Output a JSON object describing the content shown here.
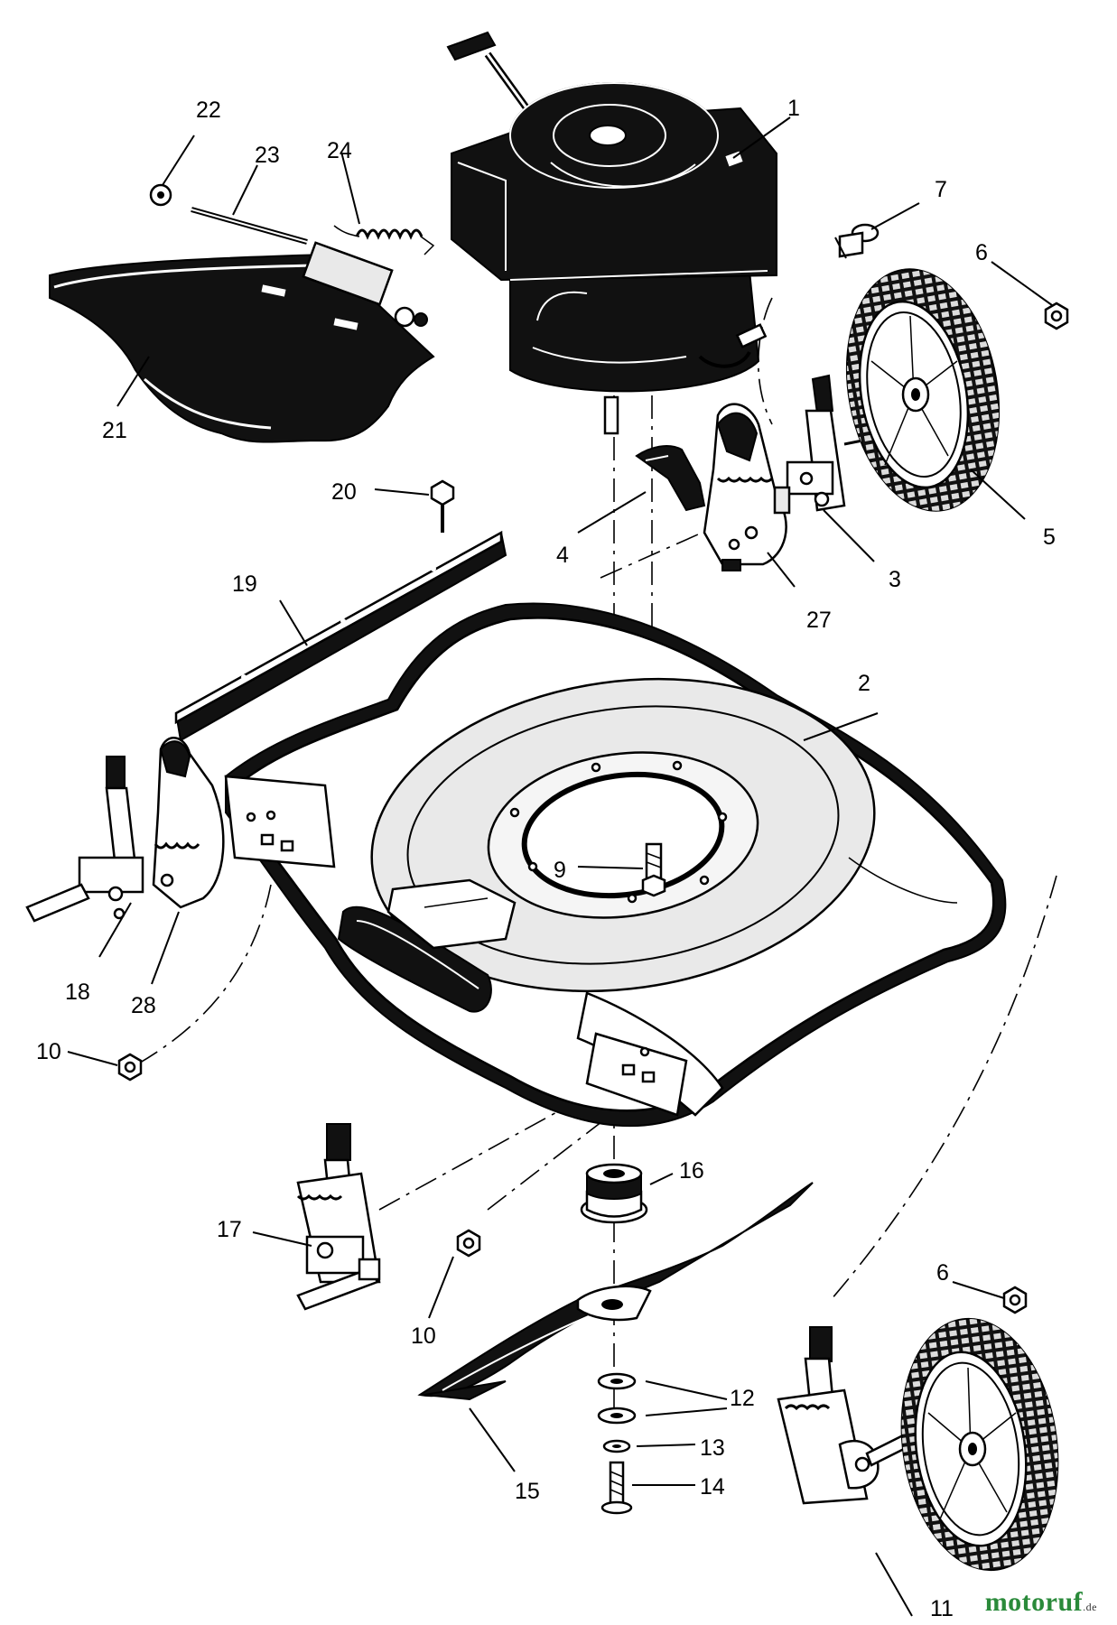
{
  "parts": [
    {
      "id": "part-1",
      "label": "1"
    },
    {
      "id": "part-2",
      "label": "2"
    },
    {
      "id": "part-3",
      "label": "3"
    },
    {
      "id": "part-4",
      "label": "4"
    },
    {
      "id": "part-5",
      "label": "5"
    },
    {
      "id": "part-6a",
      "label": "6"
    },
    {
      "id": "part-6b",
      "label": "6"
    },
    {
      "id": "part-7",
      "label": "7"
    },
    {
      "id": "part-9",
      "label": "9"
    },
    {
      "id": "part-10a",
      "label": "10"
    },
    {
      "id": "part-10b",
      "label": "10"
    },
    {
      "id": "part-11",
      "label": "11"
    },
    {
      "id": "part-12",
      "label": "12"
    },
    {
      "id": "part-13",
      "label": "13"
    },
    {
      "id": "part-14",
      "label": "14"
    },
    {
      "id": "part-15",
      "label": "15"
    },
    {
      "id": "part-16",
      "label": "16"
    },
    {
      "id": "part-17",
      "label": "17"
    },
    {
      "id": "part-18",
      "label": "18"
    },
    {
      "id": "part-19",
      "label": "19"
    },
    {
      "id": "part-20",
      "label": "20"
    },
    {
      "id": "part-21",
      "label": "21"
    },
    {
      "id": "part-22",
      "label": "22"
    },
    {
      "id": "part-23",
      "label": "23"
    },
    {
      "id": "part-24",
      "label": "24"
    },
    {
      "id": "part-27",
      "label": "27"
    },
    {
      "id": "part-28",
      "label": "28"
    }
  ],
  "watermark": {
    "brand": "motoruf",
    "tld": ".de"
  }
}
